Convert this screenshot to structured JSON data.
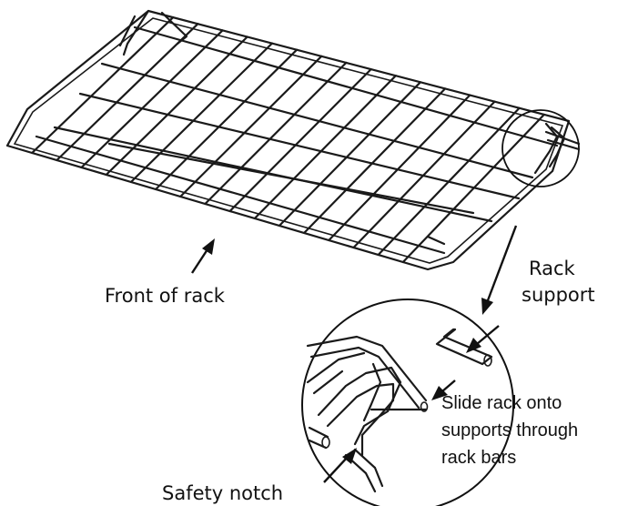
{
  "labels": {
    "front_of_rack": "Front of rack",
    "rack_support_line1": "Rack",
    "rack_support_line2": "support",
    "slide_line1": "Slide rack onto",
    "slide_line2": "supports through",
    "slide_line3": "rack bars",
    "safety_notch": "Safety notch"
  }
}
